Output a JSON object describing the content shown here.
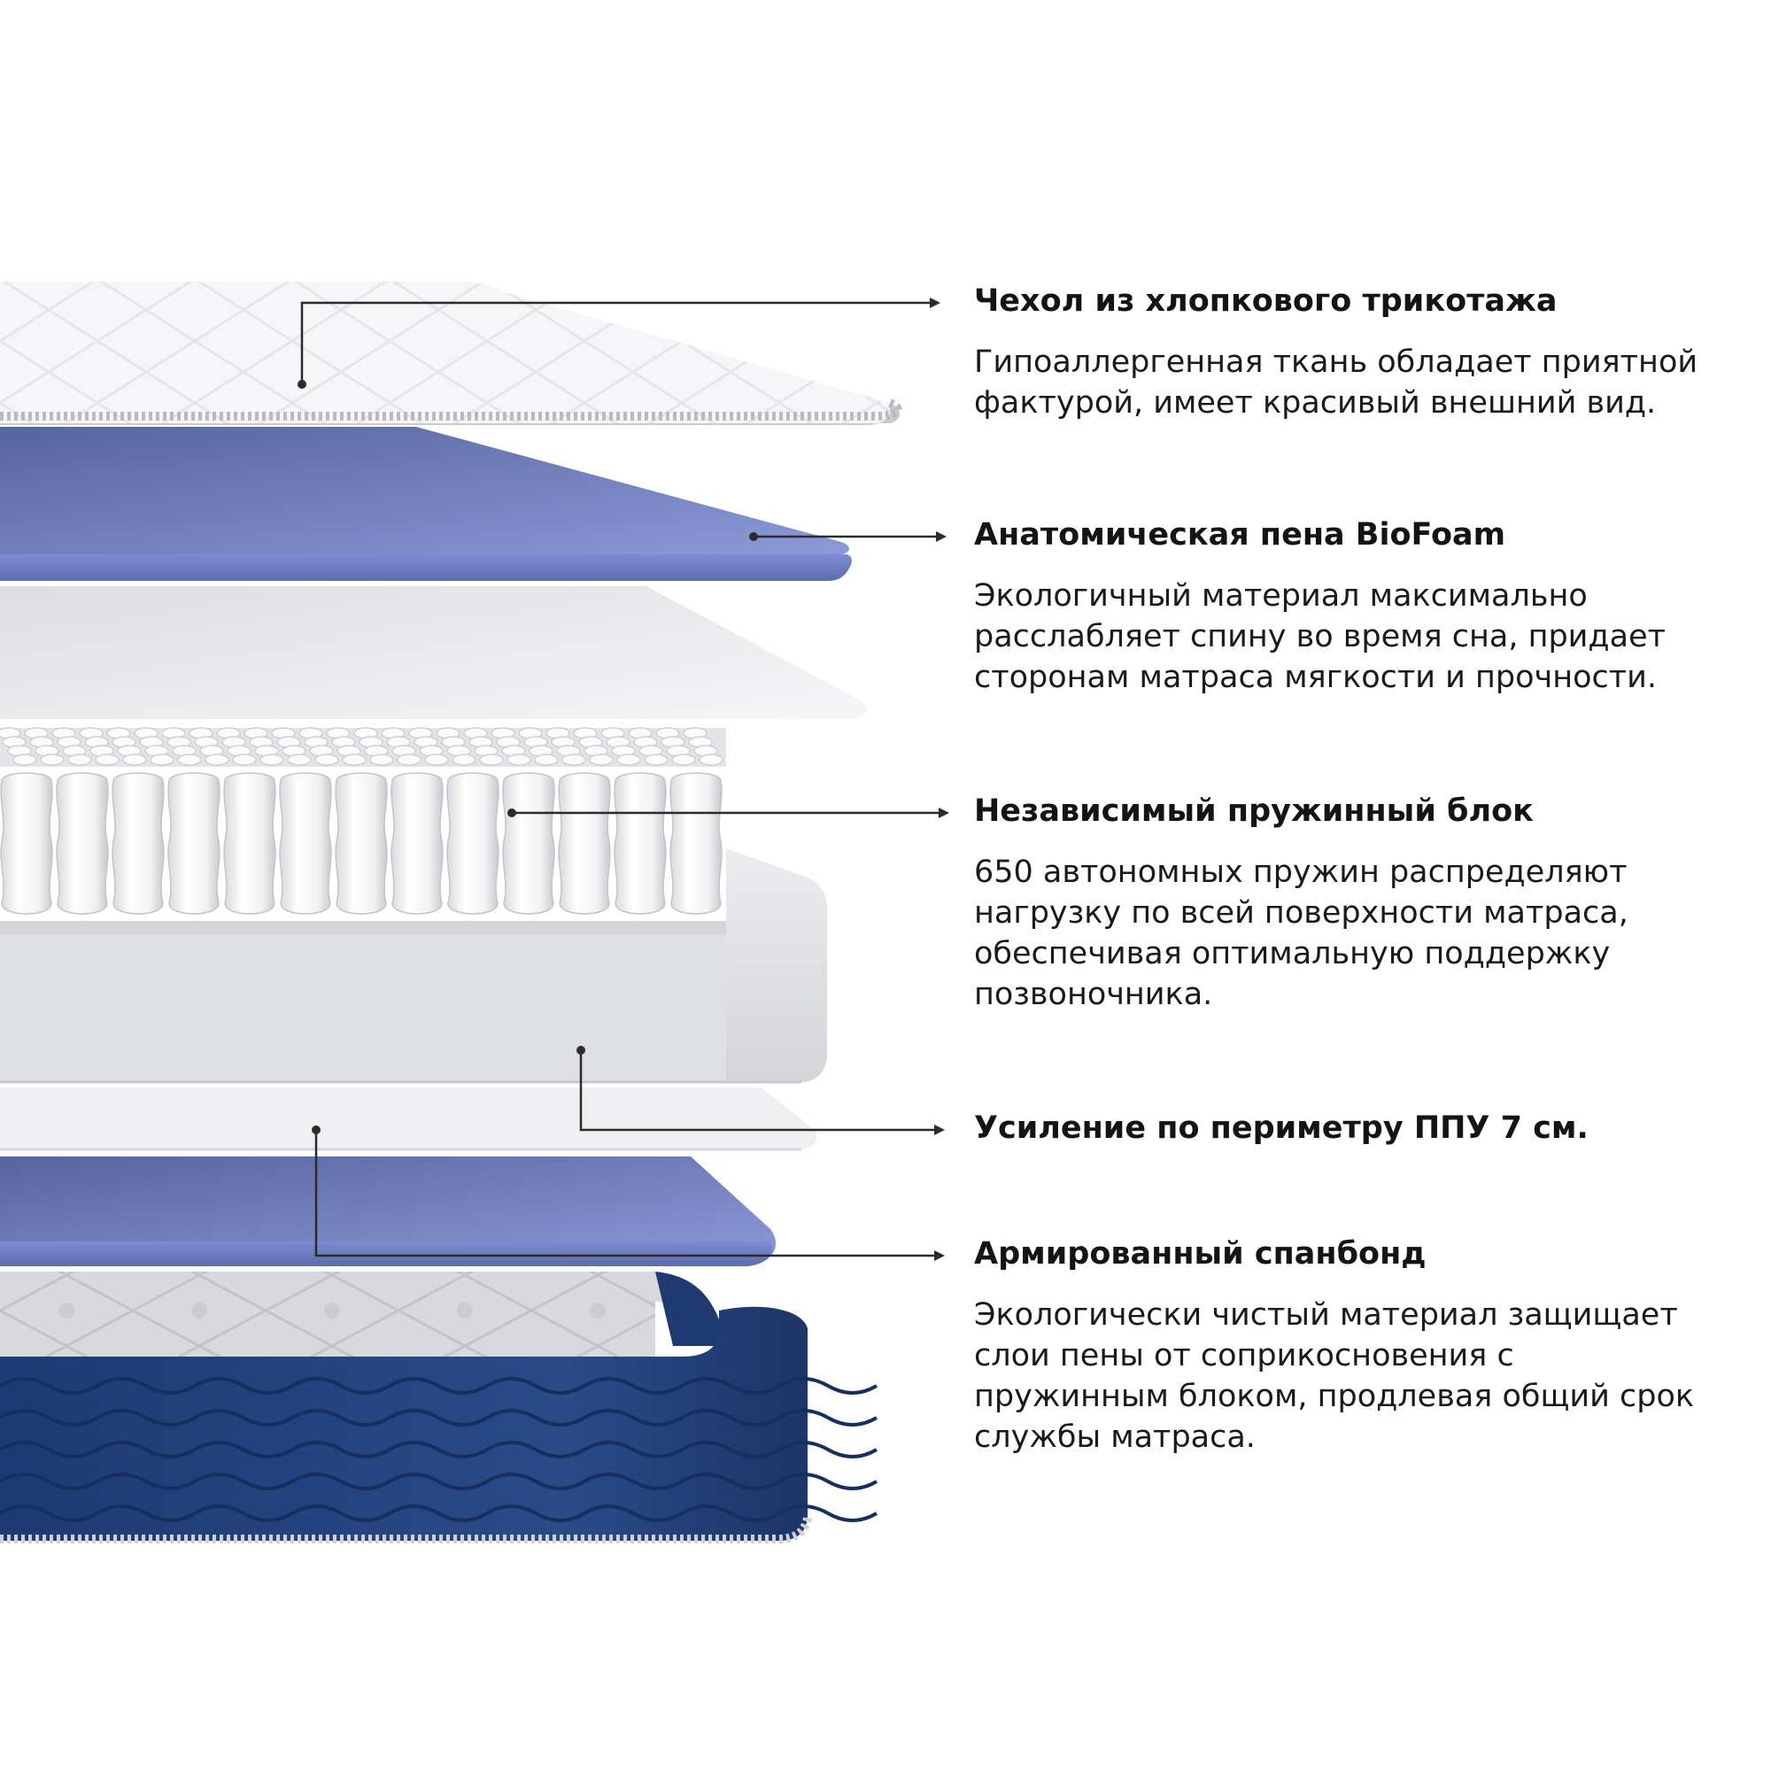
{
  "colors": {
    "text": "#141414",
    "leader_line": "#2b2b2b",
    "cover_white": "#f5f5f7",
    "foam_blue": "#6f7fc0",
    "foam_white": "#e9e9ec",
    "spring_white": "#f7f7f7",
    "perimeter_grey": "#dcdde1",
    "base_navy": "#24417a",
    "background": "#ffffff"
  },
  "layers": [
    {
      "id": "cover",
      "title": "Чехол из хлопкового трикотажа",
      "description": "Гипоаллергенная ткань обладает приятной фактурой, имеет красивый внешний вид."
    },
    {
      "id": "biofoam",
      "title": "Анатомическая пена  BioFoam",
      "description": "Экологичный материал максимально расслабляет спину во время сна, придает сторонам матраса мягкости и прочности."
    },
    {
      "id": "spring-block",
      "title": "Независимый пружинный блок",
      "description": "650 автономных пружин распределяют нагрузку по всей поверхности матраса, обеспечивая оптимальную поддержку позвоночника."
    },
    {
      "id": "perimeter",
      "title": "Усиление по периметру ППУ 7 см.",
      "description": ""
    },
    {
      "id": "spunbond",
      "title": "Армированный спанбонд",
      "description": "Экологически чистый материал защищает слои пены от соприкосновения с пружинным блоком, продлевая общий срок службы матраса."
    }
  ]
}
